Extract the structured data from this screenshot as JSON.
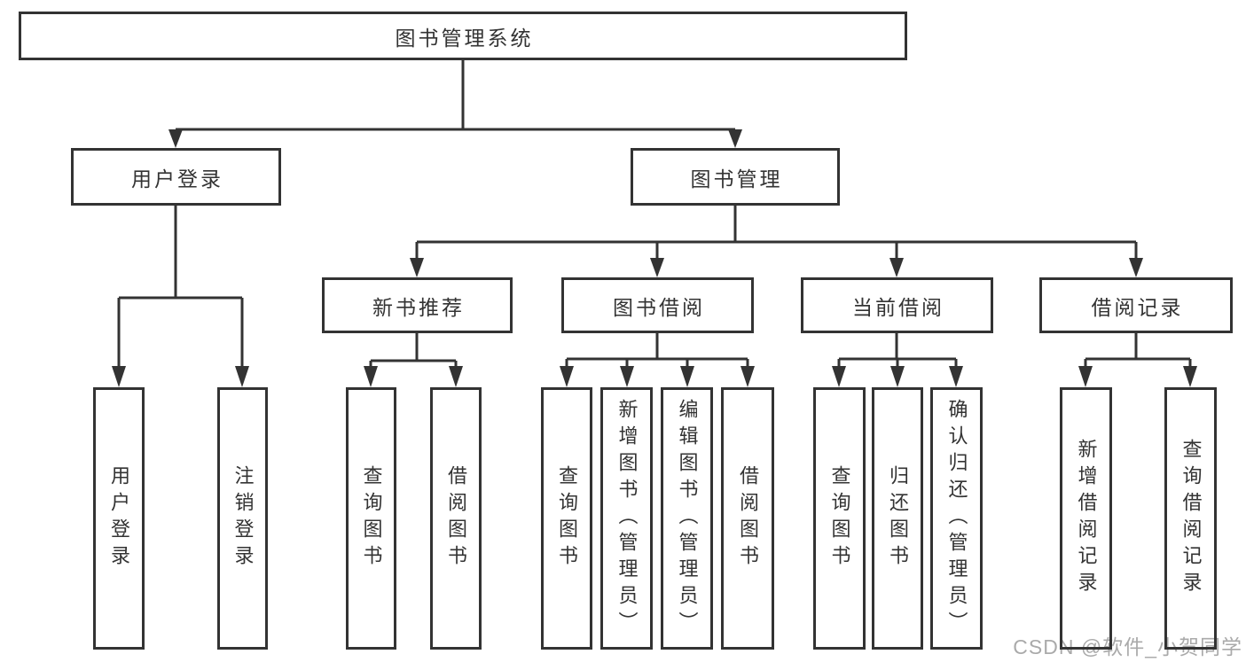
{
  "root": {
    "label": "图书管理系统"
  },
  "level2": [
    {
      "label": "用户登录"
    },
    {
      "label": "图书管理"
    }
  ],
  "level3": [
    {
      "label": "新书推荐"
    },
    {
      "label": "图书借阅"
    },
    {
      "label": "当前借阅"
    },
    {
      "label": "借阅记录"
    }
  ],
  "leaves": [
    {
      "label": "用户登录"
    },
    {
      "label": "注销登录"
    },
    {
      "label": "查询图书"
    },
    {
      "label": "借阅图书"
    },
    {
      "label": "查询图书"
    },
    {
      "label": "新增图书（管理员）"
    },
    {
      "label": "编辑图书（管理员）"
    },
    {
      "label": "借阅图书"
    },
    {
      "label": "查询图书"
    },
    {
      "label": "归还图书"
    },
    {
      "label": "确认归还（管理员）"
    },
    {
      "label": "新增借阅记录"
    },
    {
      "label": "查询借阅记录"
    }
  ],
  "watermark": {
    "text": "CSDN @软件_小贺同学"
  },
  "colors": {
    "line": "#333333",
    "text": "#333333",
    "watermark": "#aaaaaa",
    "background": "#ffffff"
  }
}
